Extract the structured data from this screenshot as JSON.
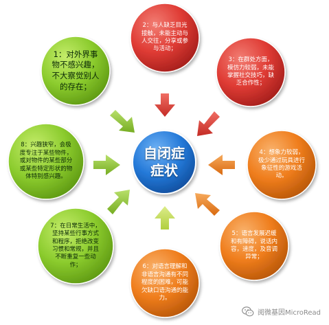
{
  "center": {
    "text": "自闭症症状"
  },
  "nodes": {
    "n1": {
      "text": "1：对外界事物不感兴趣，不大察觉别人的存在；"
    },
    "n2": {
      "text": "2：与人缺乏目光接触，未能主动与人交往，分享或参与活动；"
    },
    "n3": {
      "text": "3：在群处方面，模仿力较弱，未能掌握社交技巧，缺乏合作性；"
    },
    "n4": {
      "text": "4：想象力较弱，极少通过玩具进行象征性的游戏活动。"
    },
    "n5": {
      "text": "5：语言发展迟缓和有障碍，说话内容，速度，及音调异常；"
    },
    "n6": {
      "text": "6：对语言理解和非语言沟通有不同程度的困难，可能欠缺口语沟通的能力。"
    },
    "n7": {
      "text": "7：在日常生活中，坚持某些行事方式和程序，拒绝改变习惯和常规，并且不断重复一些动作；"
    },
    "n8": {
      "text": "8：兴趣狭窄，会极度专注于某些物件，或对物件的某些部分或某些特定形状的物体特别感兴趣。"
    }
  },
  "watermark": {
    "text": "阅微基因MicroRead",
    "icon": "wechat-icon"
  },
  "colors": {
    "green": "#8ccc2e",
    "red": "#df3b34",
    "orange": "#ef7d1c",
    "blue": "#1f6fd0"
  }
}
